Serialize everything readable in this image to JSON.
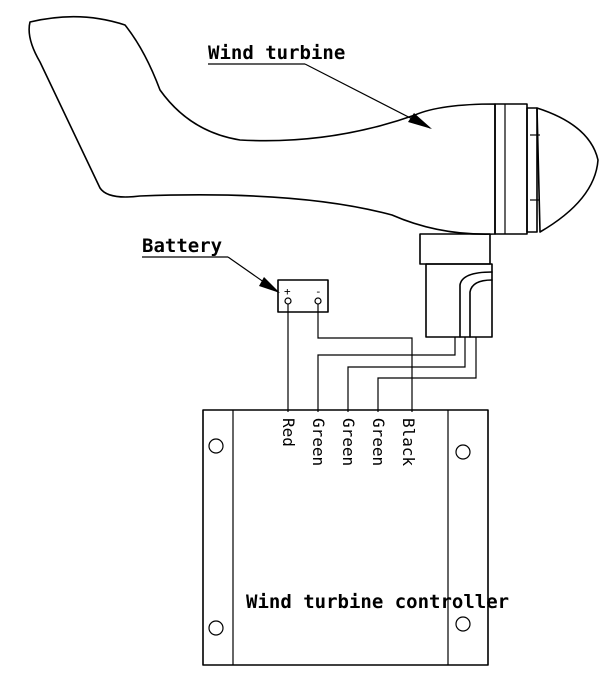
{
  "labels": {
    "turbine": "Wind turbine",
    "battery": "Battery",
    "controller": "Wind turbine controller",
    "battery_plus": "+",
    "battery_minus": "-"
  },
  "wires": [
    {
      "label": "Red"
    },
    {
      "label": "Green"
    },
    {
      "label": "Green"
    },
    {
      "label": "Green"
    },
    {
      "label": "Black"
    }
  ]
}
